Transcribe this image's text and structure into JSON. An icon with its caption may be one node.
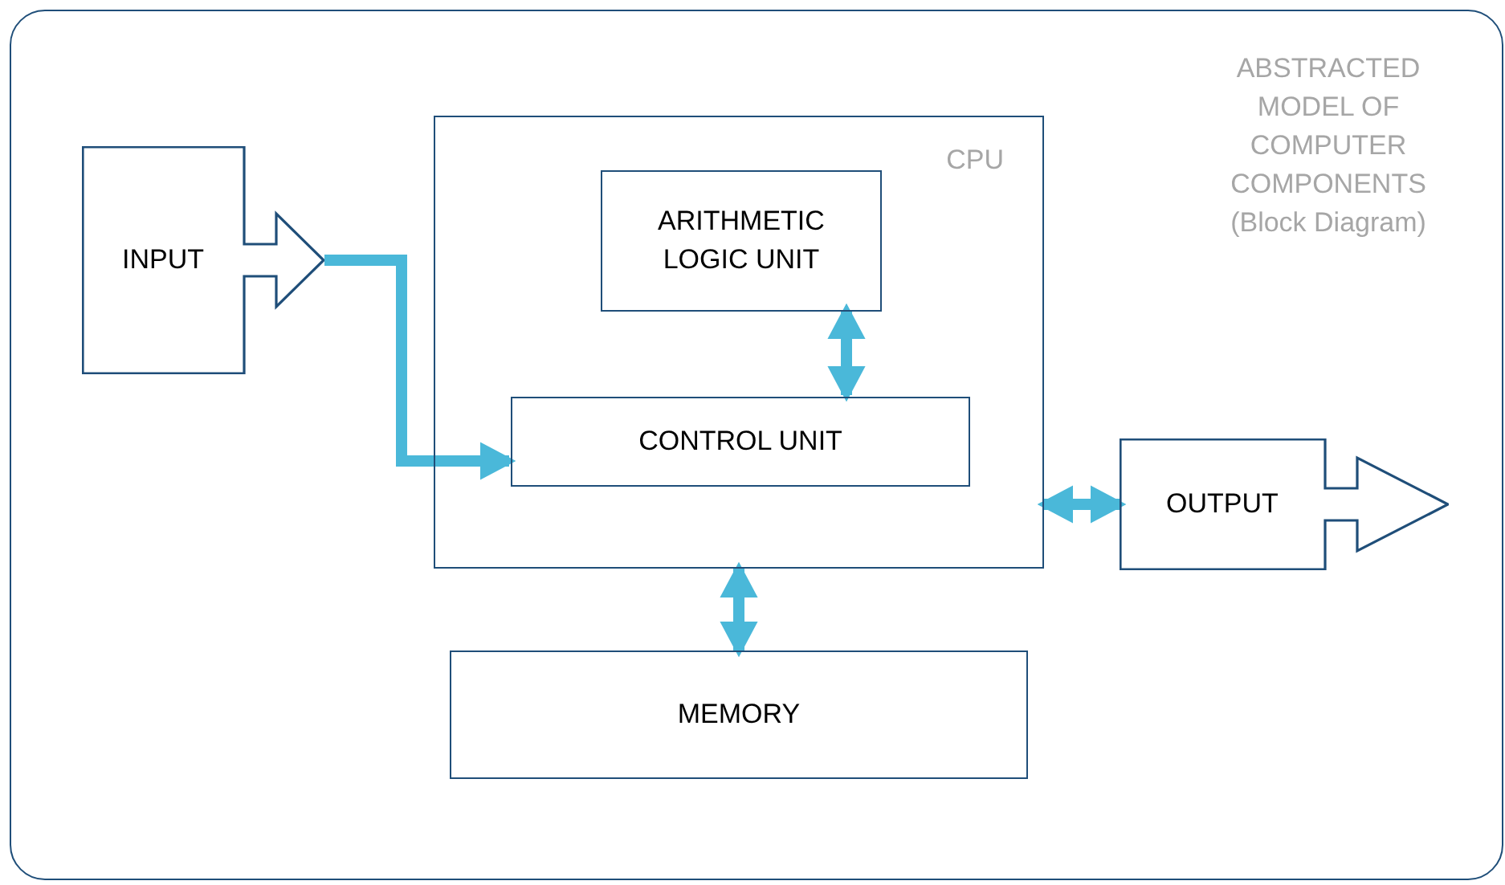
{
  "diagram": {
    "title": "ABSTRACTED MODEL OF COMPUTER COMPONENTS (Block Diagram)",
    "nodes": [
      {
        "text": [
          "INPUT"
        ]
      },
      {
        "text": [
          "CPU"
        ]
      },
      {
        "text": [
          "ARITHMETIC LOGIC UNIT"
        ],
        "in": 1
      },
      {
        "text": [
          "CONTROL UNIT"
        ],
        "in": 1
      },
      {
        "text": [
          "OUTPUT"
        ]
      },
      {
        "text": [
          "MEMORY"
        ]
      }
    ],
    "edges": [
      {
        "from": 0,
        "to": 3,
        "arrow": "to"
      },
      {
        "from": 2,
        "to": 3,
        "arrow": "both"
      },
      {
        "from": 1,
        "to": 4,
        "arrow": "both"
      },
      {
        "from": 1,
        "to": 5,
        "arrow": "both"
      }
    ]
  }
}
